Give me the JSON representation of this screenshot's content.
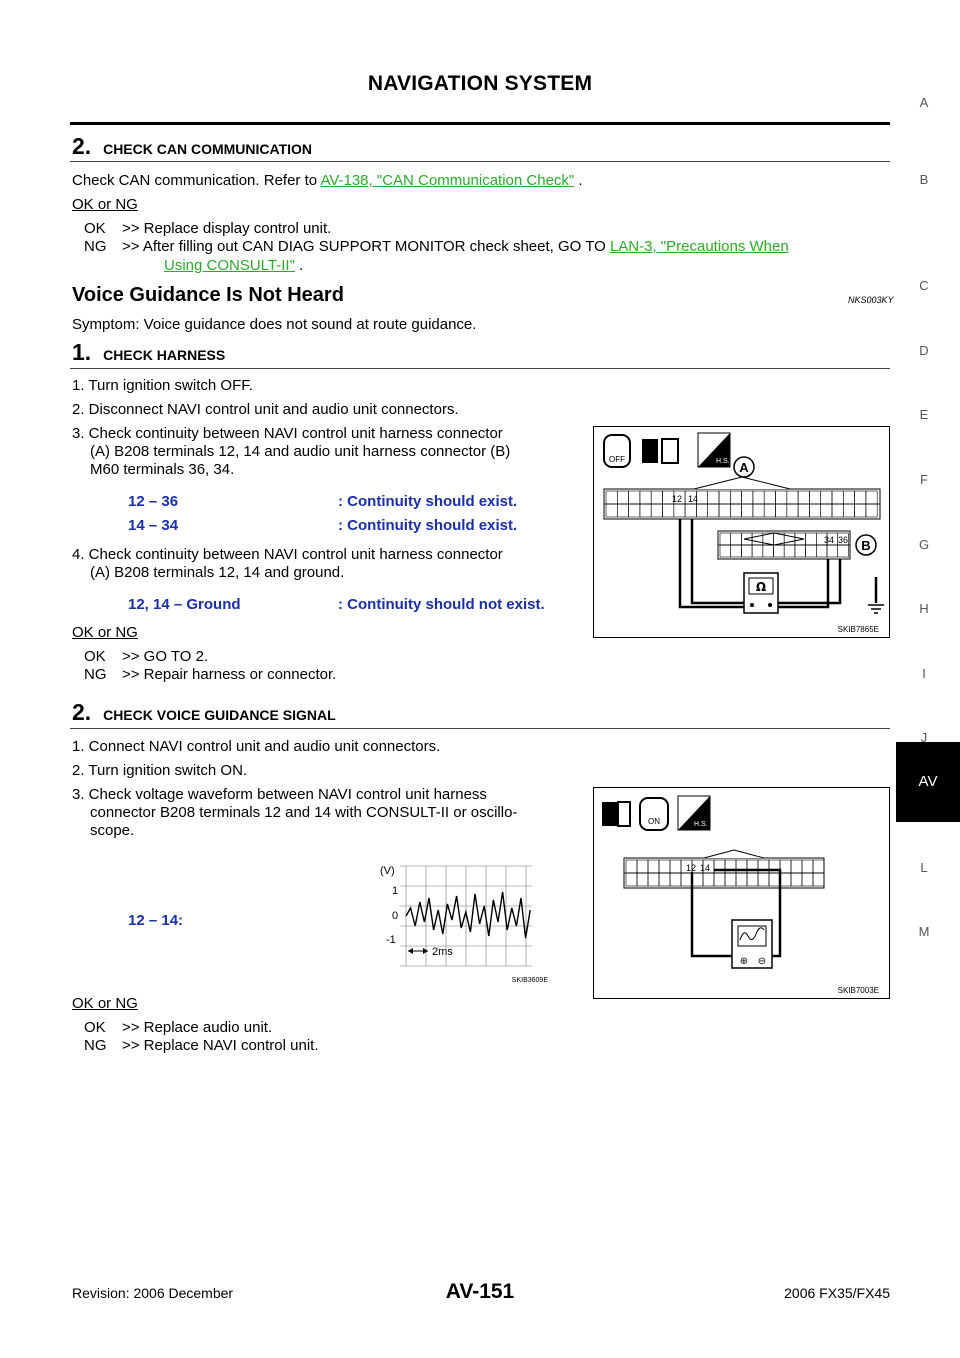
{
  "header": {
    "title": "NAVIGATION SYSTEM"
  },
  "side_index": [
    "A",
    "B",
    "C",
    "D",
    "E",
    "F",
    "G",
    "H",
    "I",
    "J",
    "AV",
    "L",
    "M"
  ],
  "step_can": {
    "num": "2.",
    "title": "CHECK CAN COMMUNICATION",
    "text_pre": "Check CAN communication. Refer to ",
    "link": "AV-138, \"CAN Communication Check\"",
    "text_post": " .",
    "okng": "OK or NG",
    "ok_label": "OK",
    "ok_text": ">> Replace display control unit.",
    "ng_label": "NG",
    "ng_text": ">> After filling out CAN DIAG SUPPORT MONITOR check sheet, GO TO ",
    "ng_link1": "LAN-3, \"Precautions When",
    "ng_link2": "Using CONSULT-II\"",
    "ng_post": " ."
  },
  "section": {
    "title": "Voice Guidance Is Not Heard",
    "code": "NKS003KY"
  },
  "symptom": "Symptom: Voice guidance does not sound at route guidance.",
  "step_harness": {
    "num": "1.",
    "title": "CHECK HARNESS",
    "s1": "1. Turn ignition switch OFF.",
    "s2": "2. Disconnect NAVI control unit and audio unit connectors.",
    "s3a": "3. Check continuity between NAVI control unit harness connector",
    "s3b": "(A) B208 terminals 12, 14 and audio unit harness connector (B)",
    "s3c": "M60 terminals 36, 34.",
    "c1_left": "12 – 36",
    "c1_right": ": Continuity should exist.",
    "c2_left": "14 – 34",
    "c2_right": ": Continuity should exist.",
    "s4a": "4. Check continuity between NAVI control unit harness connector",
    "s4b": "(A) B208 terminals 12, 14 and ground.",
    "c3_left": "12, 14 – Ground",
    "c3_right": ": Continuity should not exist.",
    "okng": "OK or NG",
    "ok_label": "OK",
    "ok_text": ">> GO TO 2.",
    "ng_label": "NG",
    "ng_text": ">> Repair harness or connector."
  },
  "fig1": {
    "code": "SKIB7865E",
    "label_a": "A",
    "label_b": "B",
    "t12": "12",
    "t14": "14",
    "t34": "34",
    "t36": "36",
    "off": "OFF",
    "hs": "H.S."
  },
  "step_voice": {
    "num": "2.",
    "title": "CHECK VOICE GUIDANCE SIGNAL",
    "s1": "1. Connect NAVI control unit and audio unit connectors.",
    "s2": "2. Turn ignition switch ON.",
    "s3a": "3. Check voltage waveform between NAVI control unit harness",
    "s3b": "connector B208 terminals 12 and 14 with CONSULT-II or oscillo-",
    "s3c": "scope.",
    "meas": "12 – 14:",
    "okng": "OK or NG",
    "ok_label": "OK",
    "ok_text": ">> Replace audio unit.",
    "ng_label": "NG",
    "ng_text": ">> Replace NAVI control unit."
  },
  "wave": {
    "unit": "(V)",
    "y1": "1",
    "y0": "0",
    "ym1": "-1",
    "time": "2ms",
    "code": "SKIB3609E"
  },
  "fig2": {
    "code": "SKIB7003E",
    "t12": "12",
    "t14": "14",
    "on": "ON",
    "hs": "H.S."
  },
  "footer": {
    "revision": "Revision: 2006 December",
    "page": "AV-151",
    "model": "2006 FX35/FX45"
  }
}
